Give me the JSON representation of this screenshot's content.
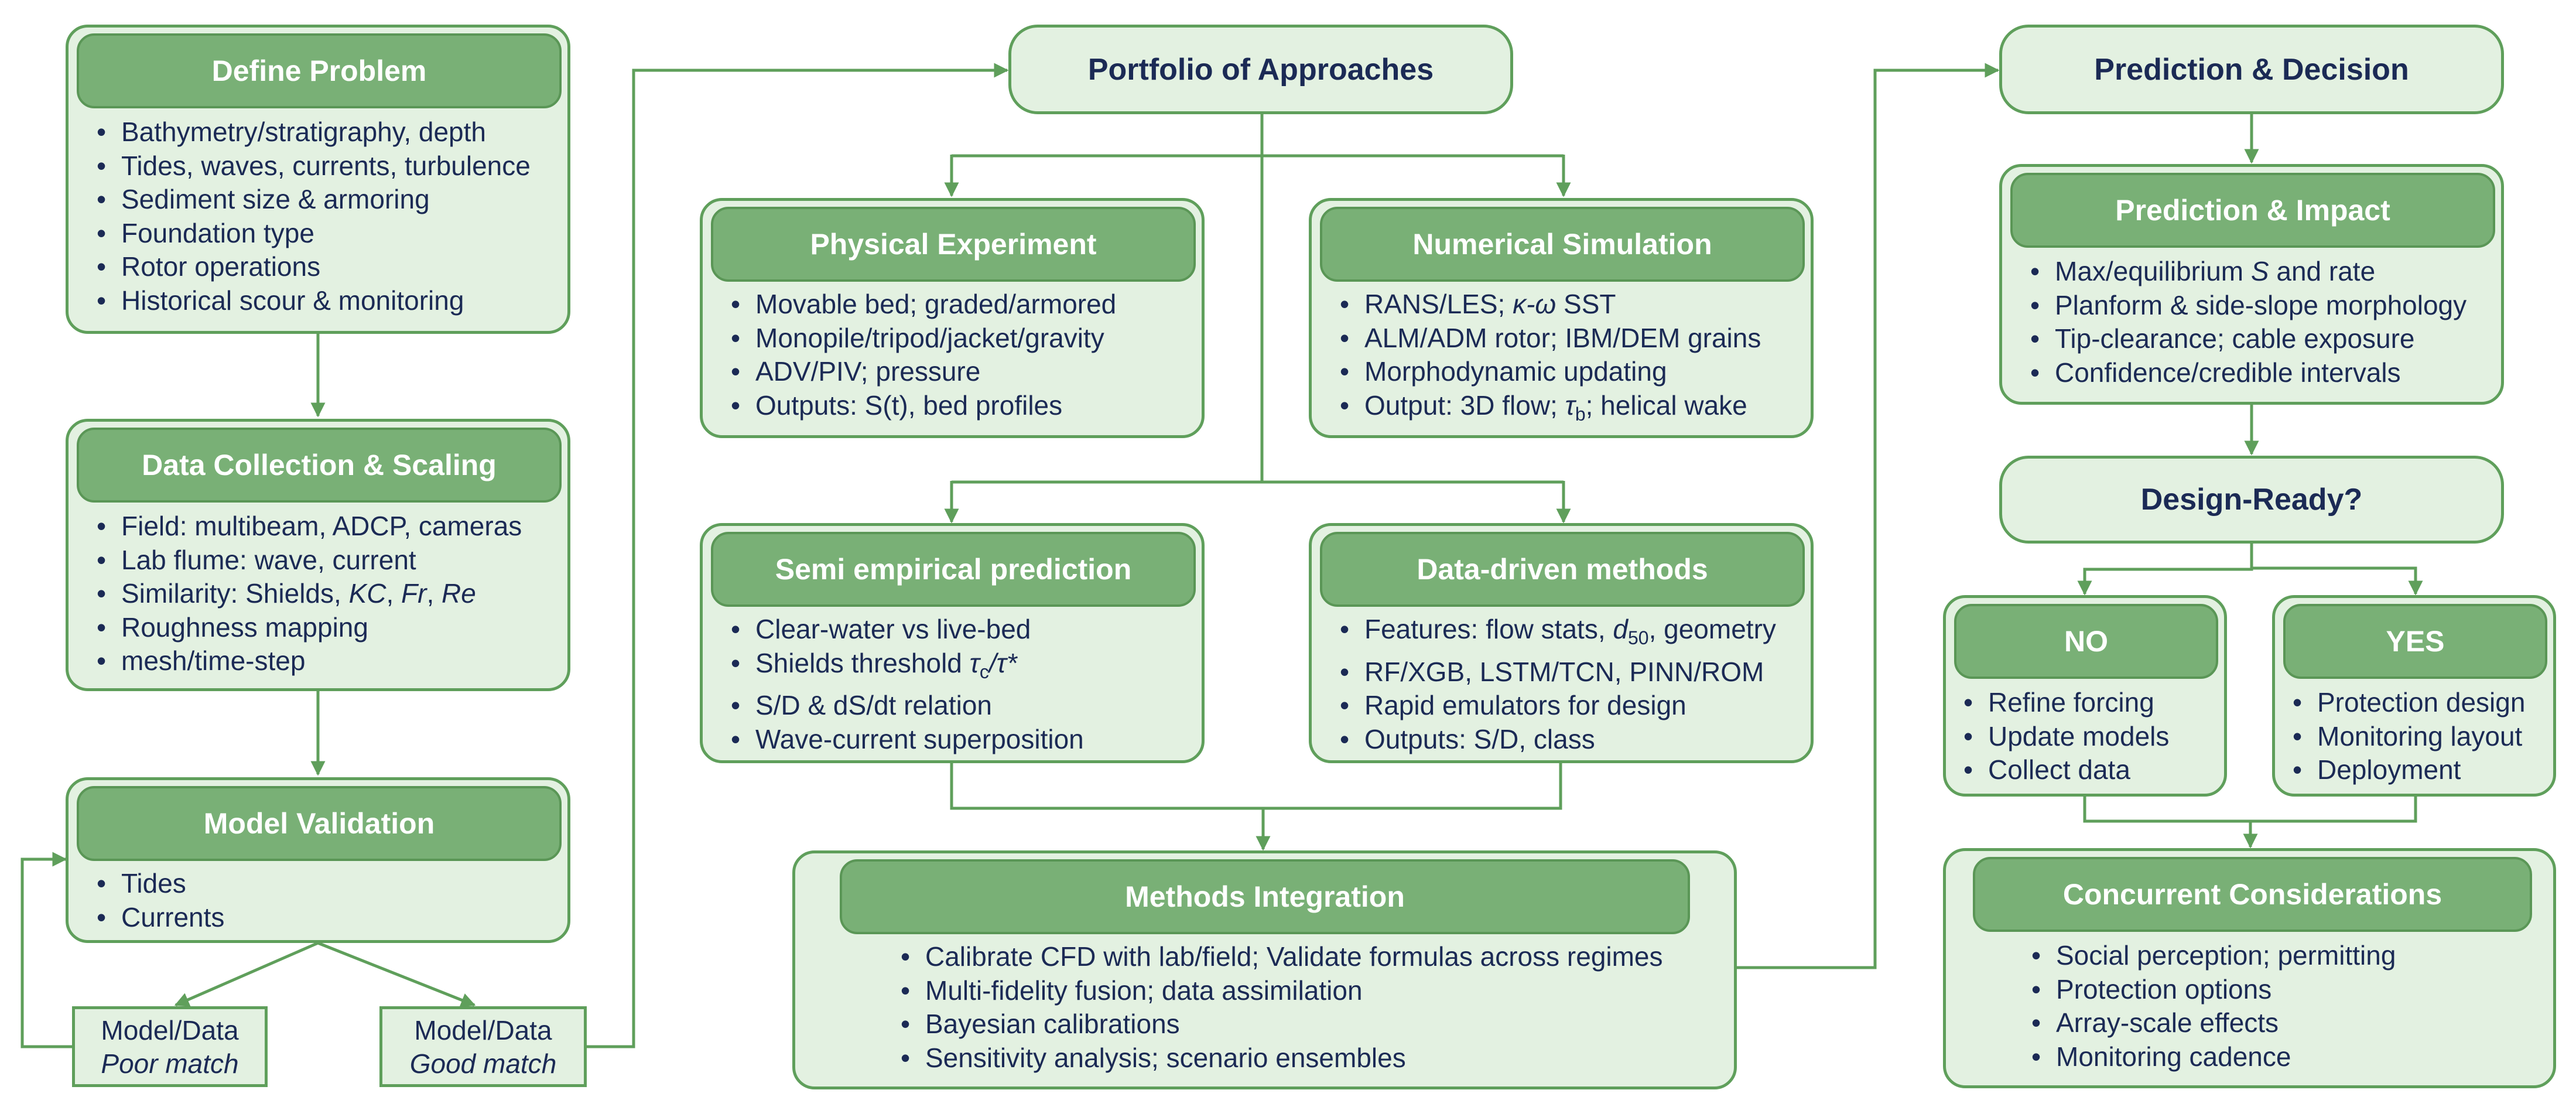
{
  "define_problem": {
    "title": "Define Problem",
    "items": [
      "Bathymetry/stratigraphy, depth",
      "Tides, waves, currents, turbulence",
      "Sediment size & armoring",
      "Foundation type",
      "Rotor operations",
      "Historical scour & monitoring"
    ]
  },
  "data_collection": {
    "title": "Data Collection & Scaling",
    "item0": "Field: multibeam, ADCP, cameras",
    "item1": "Lab flume: wave, current",
    "item2_prefix": "Similarity: Shields, ",
    "item2_kc": "KC",
    "item2_fr": "Fr",
    "item2_re": "Re",
    "item2_sep": ", ",
    "item3": "Roughness mapping",
    "item4": "mesh/time-step"
  },
  "model_validation": {
    "title": "Model Validation",
    "items": [
      "Tides",
      "Currents"
    ]
  },
  "poor_match": {
    "line1": "Model/Data",
    "line2": "Poor match"
  },
  "good_match": {
    "line1": "Model/Data",
    "line2": "Good match"
  },
  "portfolio": {
    "title": "Portfolio of Approaches"
  },
  "physical_experiment": {
    "title": "Physical Experiment",
    "items": [
      "Movable bed; graded/armored",
      "Monopile/tripod/jacket/gravity",
      "ADV/PIV; pressure",
      "Outputs: S(t), bed profiles"
    ]
  },
  "numerical_simulation": {
    "title": "Numerical Simulation",
    "item0_prefix": "RANS/LES; ",
    "item0_kw": "κ-ω",
    "item0_suffix": " SST",
    "item1": "ALM/ADM rotor; IBM/DEM grains",
    "item2": "Morphodynamic updating",
    "item3_prefix": "Output: 3D flow; ",
    "item3_tau": "τ",
    "item3_sub": "b",
    "item3_suffix": "; helical wake"
  },
  "semi_empirical": {
    "title": "Semi empirical prediction",
    "item0": "Clear-water vs live-bed",
    "item1_prefix": "Shields threshold ",
    "item1_tau": "τ",
    "item1_sub": "c",
    "item1_suffix": "/τ*",
    "item2": "S/D & dS/dt relation",
    "item3": "Wave-current superposition"
  },
  "data_driven": {
    "title": "Data-driven methods",
    "item0_prefix": "Features: flow stats, ",
    "item0_d": "d",
    "item0_sub": "50",
    "item0_suffix": ", geometry",
    "item1": "RF/XGB, LSTM/TCN, PINN/ROM",
    "item2": "Rapid emulators for design",
    "item3": "Outputs: S/D, class"
  },
  "methods_integration": {
    "title": "Methods Integration",
    "items": [
      "Calibrate CFD with lab/field; Validate formulas across regimes",
      "Multi-fidelity fusion; data assimilation",
      "Bayesian calibrations",
      "Sensitivity analysis; scenario ensembles"
    ]
  },
  "prediction_decision": {
    "title": "Prediction & Decision"
  },
  "prediction_impact": {
    "title": "Prediction & Impact",
    "item0_prefix": "Max/equilibrium ",
    "item0_s": "S",
    "item0_suffix": " and rate",
    "item1": "Planform & side-slope morphology",
    "item2": "Tip-clearance; cable exposure",
    "item3": "Confidence/credible intervals"
  },
  "design_ready": {
    "title": "Design-Ready?"
  },
  "no_box": {
    "title": "NO",
    "items": [
      "Refine forcing",
      "Update models",
      "Collect data"
    ]
  },
  "yes_box": {
    "title": "YES",
    "items": [
      "Protection design",
      "Monitoring layout",
      "Deployment"
    ]
  },
  "concurrent": {
    "title": "Concurrent Considerations",
    "items": [
      "Social perception; permitting",
      "Protection options",
      "Array-scale effects",
      "Monitoring cadence"
    ]
  },
  "colors": {
    "panel_fill": "#e3f1e1",
    "header_fill": "#79b076",
    "border": "#5f9f5b",
    "text": "#1b2a55"
  }
}
